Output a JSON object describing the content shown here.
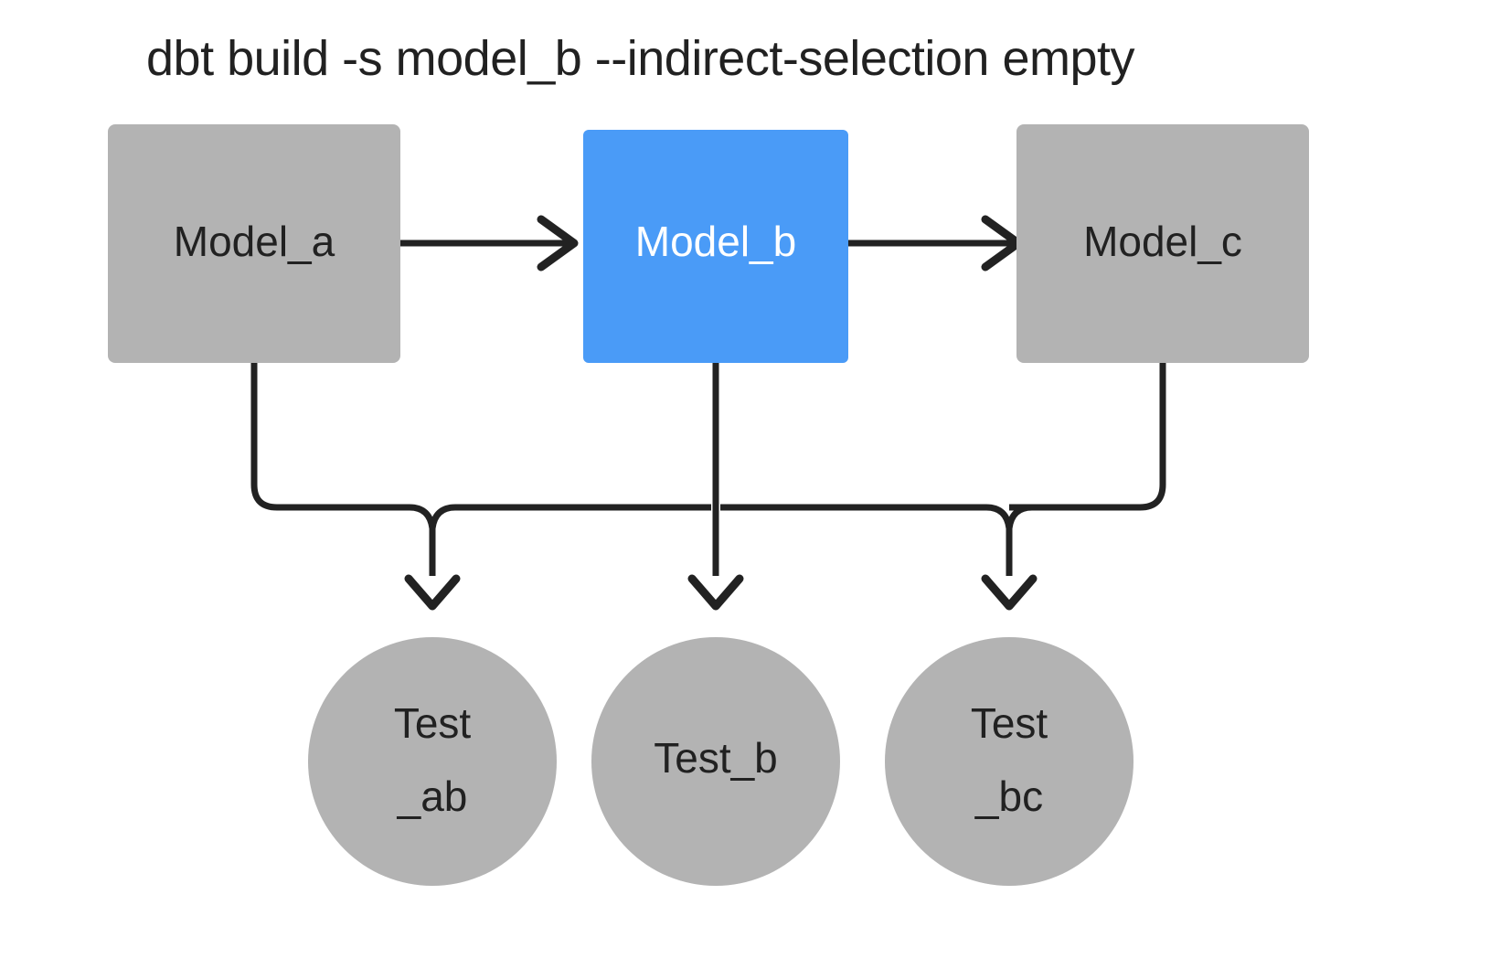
{
  "diagram": {
    "title": "dbt build -s model_b --indirect-selection empty",
    "background": "#ffffff",
    "colors": {
      "node_gray": "#b3b3b3",
      "node_selected_blue": "#4a9bf7",
      "edge": "#222222",
      "text_dark": "#212121",
      "text_light": "#ffffff"
    },
    "models": [
      {
        "id": "model_a",
        "label": "Model_a",
        "shape": "rectangle",
        "fill": "#b3b3b3",
        "text_color": "#212121",
        "selected": false
      },
      {
        "id": "model_b",
        "label": "Model_b",
        "shape": "rectangle",
        "fill": "#4a9bf7",
        "text_color": "#ffffff",
        "selected": true
      },
      {
        "id": "model_c",
        "label": "Model_c",
        "shape": "rectangle",
        "fill": "#b3b3b3",
        "text_color": "#212121",
        "selected": false
      }
    ],
    "tests": [
      {
        "id": "test_ab",
        "label_line1": "Test",
        "label_line2": "_ab",
        "shape": "circle",
        "fill": "#b3b3b3",
        "text_color": "#212121"
      },
      {
        "id": "test_b",
        "label_line1": "Test_b",
        "label_line2": "",
        "shape": "circle",
        "fill": "#b3b3b3",
        "text_color": "#212121"
      },
      {
        "id": "test_bc",
        "label_line1": "Test",
        "label_line2": "_bc",
        "shape": "circle",
        "fill": "#b3b3b3",
        "text_color": "#212121"
      }
    ],
    "edges": [
      {
        "from": "model_a",
        "to": "model_b",
        "kind": "horizontal-arrow"
      },
      {
        "from": "model_b",
        "to": "model_c",
        "kind": "horizontal-arrow"
      },
      {
        "from": "model_a",
        "to": "test_ab",
        "kind": "bus-arrow"
      },
      {
        "from": "model_b",
        "to": "test_ab",
        "kind": "bus-arrow"
      },
      {
        "from": "model_b",
        "to": "test_b",
        "kind": "bus-arrow"
      },
      {
        "from": "model_b",
        "to": "test_bc",
        "kind": "bus-arrow"
      },
      {
        "from": "model_c",
        "to": "test_bc",
        "kind": "bus-arrow"
      }
    ]
  }
}
